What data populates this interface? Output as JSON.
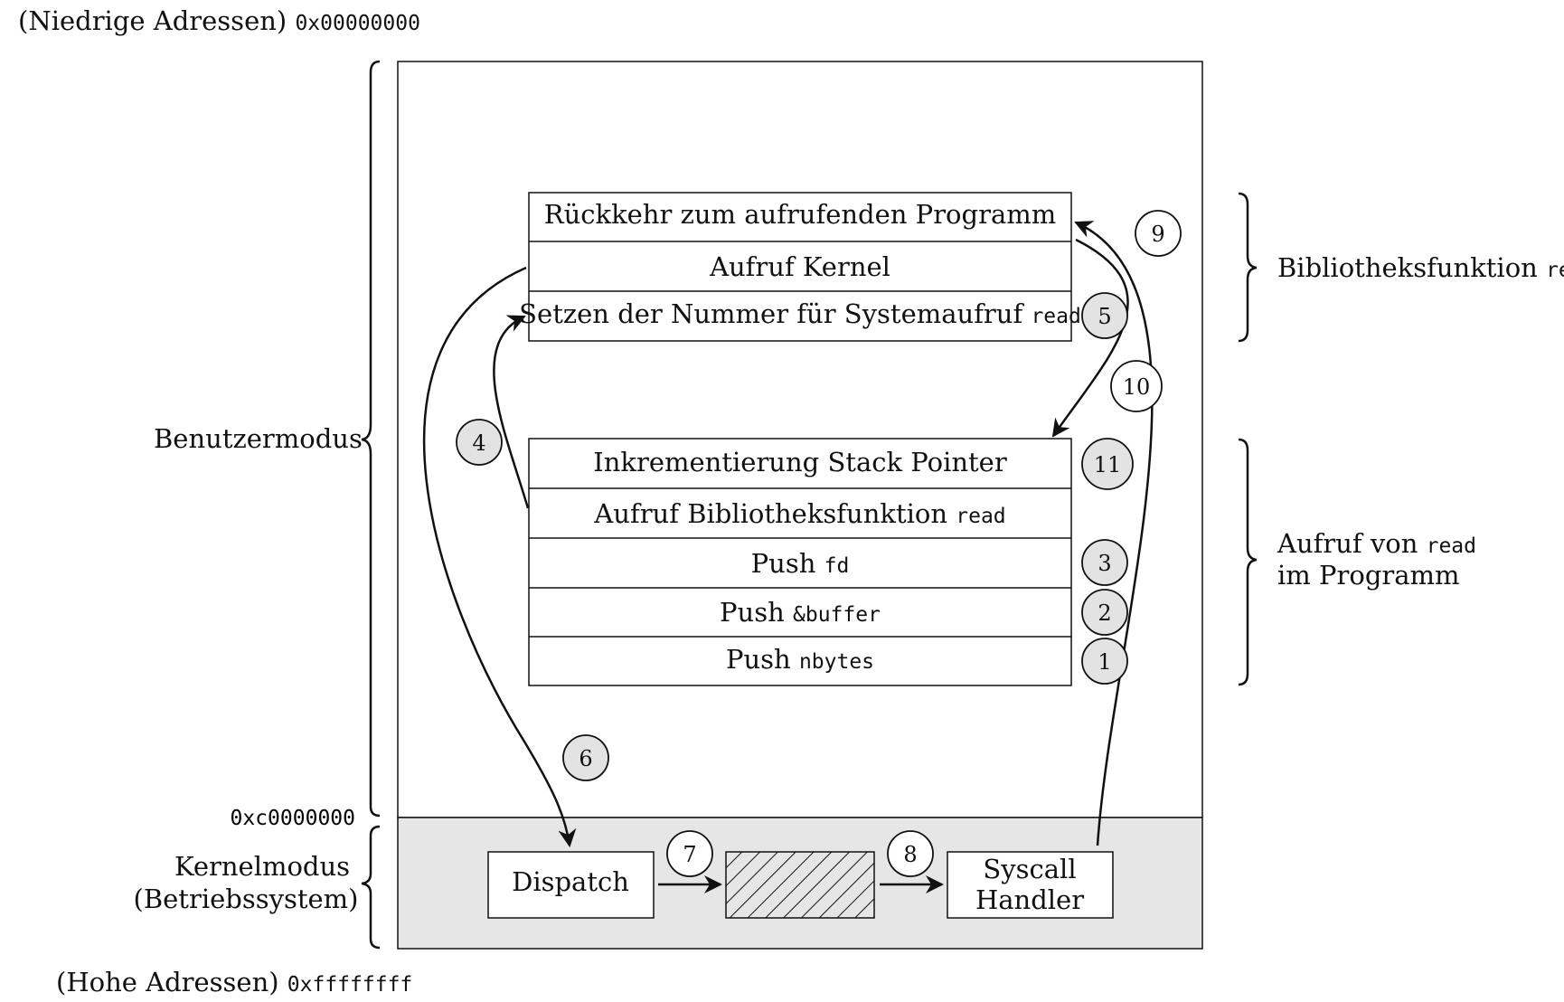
{
  "address_labels": {
    "low": {
      "text": "(Niedrige Adressen)",
      "addr": "0x00000000"
    },
    "high": {
      "text": "(Hohe Adressen)",
      "addr": "0xffffffff"
    },
    "boundary": "0xc0000000"
  },
  "modes": {
    "user": "Benutzermodus",
    "kernel_line1": "Kernelmodus",
    "kernel_line2": "(Betriebssystem)"
  },
  "library_stack": {
    "rows": [
      {
        "text": "Rückkehr zum aufrufenden Programm",
        "code": ""
      },
      {
        "text": "Aufruf Kernel",
        "code": ""
      },
      {
        "text": "Setzen der Nummer für Systemaufruf",
        "code": "read"
      }
    ]
  },
  "program_stack": {
    "rows": [
      {
        "text": "Inkrementierung Stack Pointer",
        "code": ""
      },
      {
        "text": "Aufruf Bibliotheksfunktion",
        "code": "read"
      },
      {
        "text": "Push",
        "code": "fd"
      },
      {
        "text": "Push",
        "code": "&buffer"
      },
      {
        "text": "Push",
        "code": "nbytes"
      }
    ]
  },
  "right_labels": {
    "library_function": {
      "text": "Bibliotheksfunktion",
      "code": "read"
    },
    "program_call": {
      "line1_text": "Aufruf von",
      "line1_code": "read",
      "line2": "im Programm"
    }
  },
  "kernel_boxes": {
    "dispatch": "Dispatch",
    "handler_line1": "Syscall",
    "handler_line2": "Handler"
  },
  "steps": [
    "1",
    "2",
    "3",
    "4",
    "5",
    "6",
    "7",
    "8",
    "9",
    "10",
    "11"
  ],
  "colors": {
    "kernel_background": "#e6e6e6",
    "step_fill_shaded": "#e3e3e3",
    "line": "#111111"
  }
}
